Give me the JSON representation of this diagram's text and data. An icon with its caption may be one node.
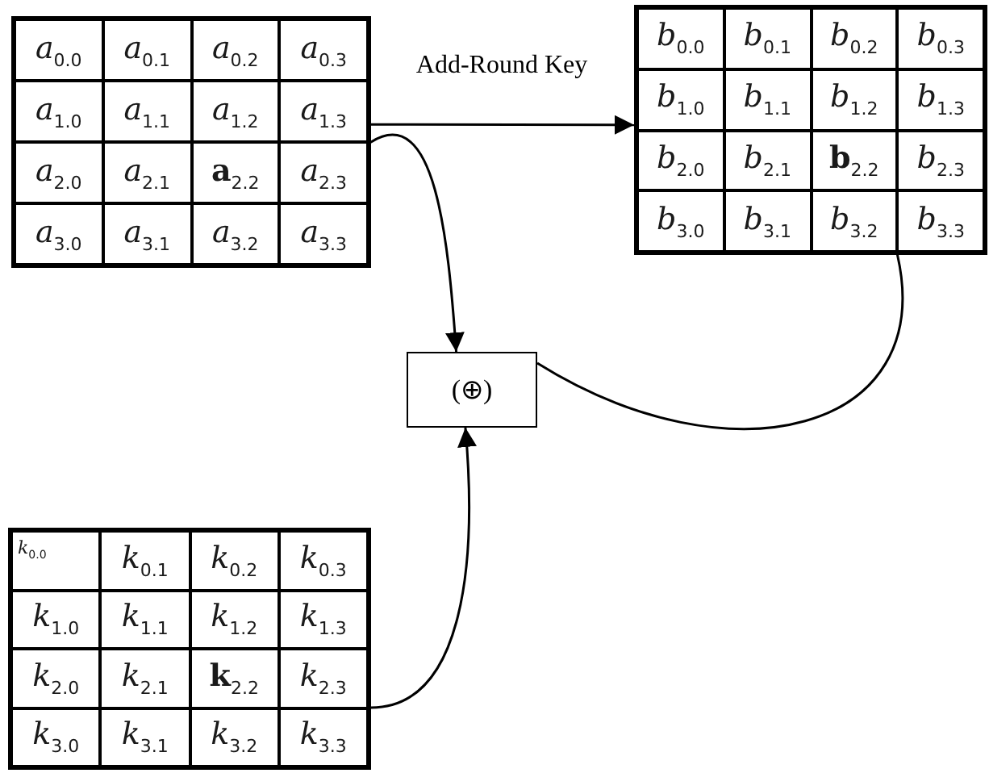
{
  "diagram": {
    "nodes": [
      {
        "text": [],
        "shape": "box"
      },
      {
        "text": [
          "*a*$_{0.0}$"
        ],
        "in": 0
      },
      {
        "text": [
          "*a*$_{0.1}$"
        ],
        "in": 0
      },
      {
        "text": [
          "*a*$_{0.2}$"
        ],
        "in": 0
      },
      {
        "text": [
          "*a*$_{0.3}$"
        ],
        "in": 0
      },
      {
        "text": [
          "*a*$_{1.0}$"
        ],
        "in": 0
      },
      {
        "text": [
          "*a*$_{1.1}$"
        ],
        "in": 0
      },
      {
        "text": [
          "*a*$_{1.2}$"
        ],
        "in": 0
      },
      {
        "text": [
          "*a*$_{1.3}$"
        ],
        "in": 0
      },
      {
        "text": [
          "*a*$_{2.0}$"
        ],
        "in": 0
      },
      {
        "text": [
          "*a*$_{2.1}$"
        ],
        "in": 0
      },
      {
        "text": [
          "**a**$_{2.2}$"
        ],
        "in": 0
      },
      {
        "text": [
          "*a*$_{2.3}$"
        ],
        "in": 0
      },
      {
        "text": [
          "*a*$_{3.0}$"
        ],
        "in": 0
      },
      {
        "text": [
          "*a*$_{3.1}$"
        ],
        "in": 0
      },
      {
        "text": [
          "*a*$_{3.2}$"
        ],
        "in": 0
      },
      {
        "text": [
          "*a*$_{3.3}$"
        ],
        "in": 0
      },
      {
        "text": [],
        "shape": "box"
      },
      {
        "text": [
          "*b*$_{0.0}$"
        ],
        "in": 17
      },
      {
        "text": [
          "*b*$_{0.1}$"
        ],
        "in": 17
      },
      {
        "text": [
          "*b*$_{0.2}$"
        ],
        "in": 17
      },
      {
        "text": [
          "*b*$_{0.3}$"
        ],
        "in": 17
      },
      {
        "text": [
          "*b*$_{1.0}$"
        ],
        "in": 17
      },
      {
        "text": [
          "*b*$_{1.1}$"
        ],
        "in": 17
      },
      {
        "text": [
          "*b*$_{1.2}$"
        ],
        "in": 17
      },
      {
        "text": [
          "*b*$_{1.3}$"
        ],
        "in": 17
      },
      {
        "text": [
          "*b*$_{2.0}$"
        ],
        "in": 17
      },
      {
        "text": [
          "*b*$_{2.1}$"
        ],
        "in": 17
      },
      {
        "text": [
          "**b**$_{2.2}$"
        ],
        "in": 17
      },
      {
        "text": [
          "*b*$_{2.3}$"
        ],
        "in": 17
      },
      {
        "text": [
          "*b*$_{3.0}$"
        ],
        "in": 17
      },
      {
        "text": [
          "*b*$_{3.1}$"
        ],
        "in": 17
      },
      {
        "text": [
          "*b*$_{3.2}$"
        ],
        "in": 17
      },
      {
        "text": [
          "*b*$_{3.3}$"
        ],
        "in": 17
      },
      {
        "text": [
          "(⊕)"
        ]
      },
      {
        "text": [],
        "shape": "box"
      },
      {
        "text": [
          "*k*$_{0.0}$"
        ],
        "in": 35
      },
      {
        "text": [
          "*k*$_{0.1}$"
        ],
        "in": 35
      },
      {
        "text": [
          "*k*$_{0.2}$"
        ],
        "in": 35
      },
      {
        "text": [
          "*k*$_{0.3}$"
        ],
        "in": 35
      },
      {
        "text": [
          "*k*$_{1.0}$"
        ],
        "in": 35
      },
      {
        "text": [
          "*k*$_{1.1}$"
        ],
        "in": 35
      },
      {
        "text": [
          "*k*$_{1.2}$"
        ],
        "in": 35
      },
      {
        "text": [
          "*k*$_{1.3}$"
        ],
        "in": 35
      },
      {
        "text": [
          "*k*$_{2.0}$"
        ],
        "in": 35
      },
      {
        "text": [
          "*k*$_{2.1}$"
        ],
        "in": 35
      },
      {
        "text": [
          "**k**$_{2.2}$"
        ],
        "in": 35
      },
      {
        "text": [
          "*k*$_{2.3}$"
        ],
        "in": 35
      },
      {
        "text": [
          "*k*$_{3.0}$"
        ],
        "in": 35
      },
      {
        "text": [
          "*k*$_{3.1}$"
        ],
        "in": 35
      },
      {
        "text": [
          "*k*$_{3.2}$"
        ],
        "in": 35
      },
      {
        "text": [
          "*k*$_{3.3}$"
        ],
        "in": 35
      }
    ],
    "edges": [
      {
        "from": 0,
        "to": 17,
        "arrow": "to",
        "label": "Add-Round Key"
      },
      {
        "from": 11,
        "to": 34,
        "arrow": "to"
      },
      {
        "from": 46,
        "to": 34,
        "arrow": "to"
      },
      {
        "from": 34,
        "to": 28,
        "arrow": "to"
      }
    ]
  }
}
